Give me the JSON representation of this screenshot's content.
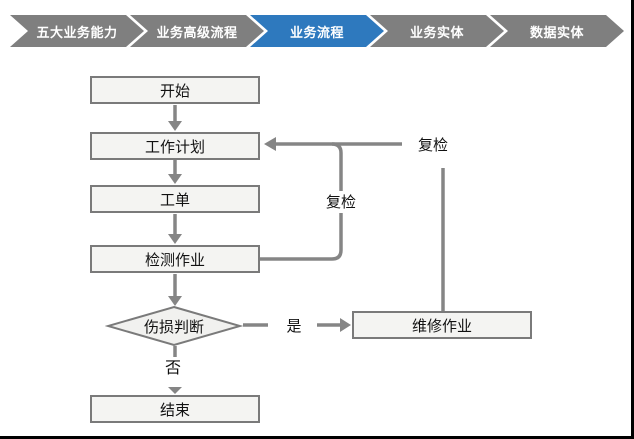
{
  "breadcrumb": {
    "active_color": "#2e79be",
    "inactive_color": "#7f7f7f",
    "items": [
      {
        "label": "五大业务能力",
        "active": false
      },
      {
        "label": "业务高级流程",
        "active": false
      },
      {
        "label": "业务流程",
        "active": true
      },
      {
        "label": "业务实体",
        "active": false
      },
      {
        "label": "数据实体",
        "active": false
      }
    ]
  },
  "flowchart": {
    "line_color": "#858585",
    "node_fill": "#f4f4f2",
    "node_border": "#7a7a7a",
    "nodes": [
      {
        "id": "start",
        "label": "开始",
        "type": "process"
      },
      {
        "id": "work-plan",
        "label": "工作计划",
        "type": "process"
      },
      {
        "id": "work-order",
        "label": "工单",
        "type": "process"
      },
      {
        "id": "inspection-operation",
        "label": "检测作业",
        "type": "process"
      },
      {
        "id": "damage-judgment",
        "label": "伤损判断",
        "type": "decision"
      },
      {
        "id": "repair-operation",
        "label": "维修作业",
        "type": "process"
      },
      {
        "id": "end",
        "label": "结束",
        "type": "process"
      }
    ],
    "edge_labels": {
      "yes": "是",
      "no": "否",
      "recheck_inner": "复检",
      "recheck_outer": "复检"
    }
  }
}
